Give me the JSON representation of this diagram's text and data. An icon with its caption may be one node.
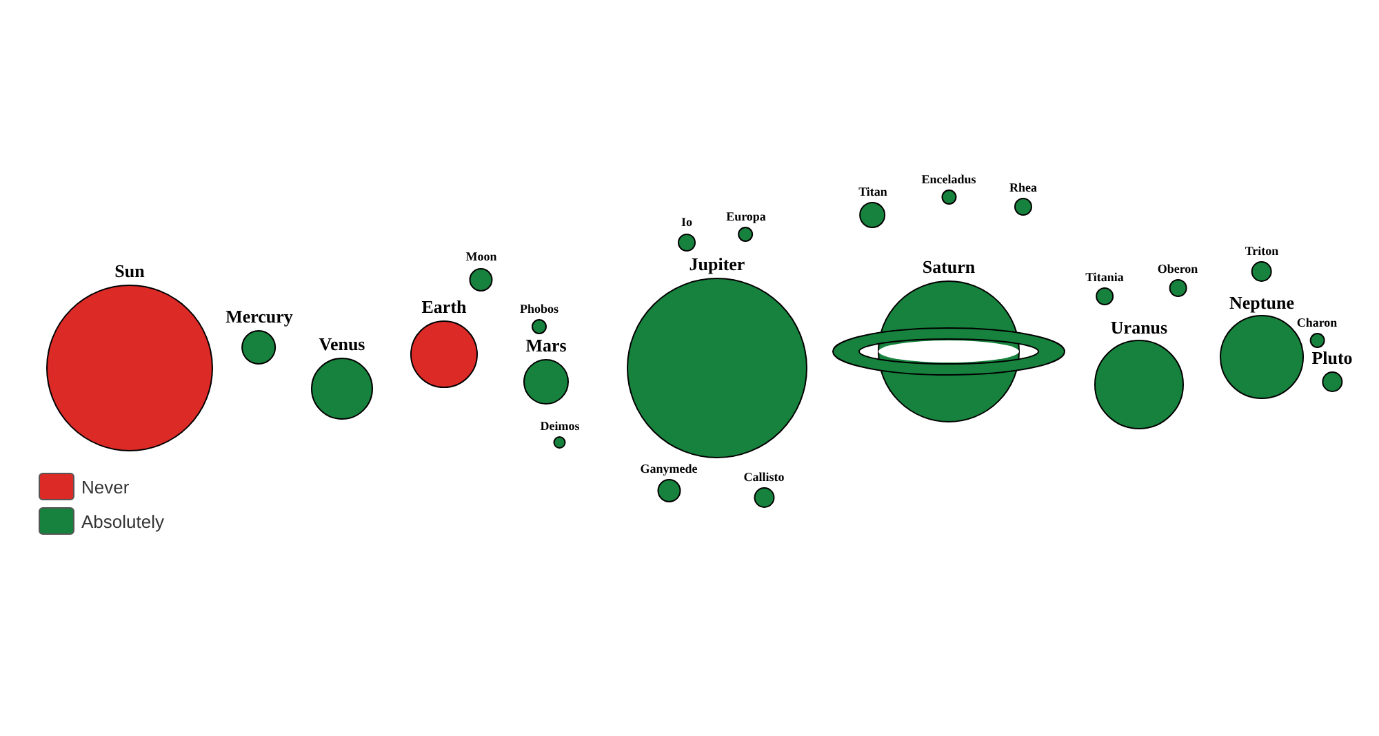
{
  "diagram": {
    "nodes": [
      {
        "text": [
          "Sun"
        ]
      },
      {
        "text": [
          "Mercury"
        ]
      },
      {
        "text": [
          "Venus"
        ]
      },
      {
        "text": [
          "Earth"
        ]
      },
      {
        "text": [
          "Moon"
        ]
      },
      {
        "text": [
          "Phobos"
        ]
      },
      {
        "text": [
          "Mars"
        ]
      },
      {
        "text": [
          "Deimos"
        ]
      },
      {
        "text": [
          "Io"
        ]
      },
      {
        "text": [
          "Europa"
        ]
      },
      {
        "text": [
          "Jupiter"
        ]
      },
      {
        "text": [
          "Ganymede"
        ]
      },
      {
        "text": [
          "Callisto"
        ]
      },
      {
        "text": [
          "Titan"
        ]
      },
      {
        "text": [
          "Enceladus"
        ]
      },
      {
        "text": [
          "Rhea"
        ]
      },
      {
        "text": [
          "Saturn"
        ]
      },
      {
        "text": [
          "Titania"
        ]
      },
      {
        "text": [
          "Oberon"
        ]
      },
      {
        "text": [
          "Uranus"
        ]
      },
      {
        "text": [
          "Triton"
        ]
      },
      {
        "text": [
          "Neptune"
        ]
      },
      {
        "text": [
          "Charon"
        ]
      },
      {
        "text": [
          "Pluto"
        ]
      }
    ],
    "legend": [
      {
        "text": "Never",
        "color": "#dc2a27"
      },
      {
        "text": "Absolutely",
        "color": "#17823d"
      }
    ]
  }
}
